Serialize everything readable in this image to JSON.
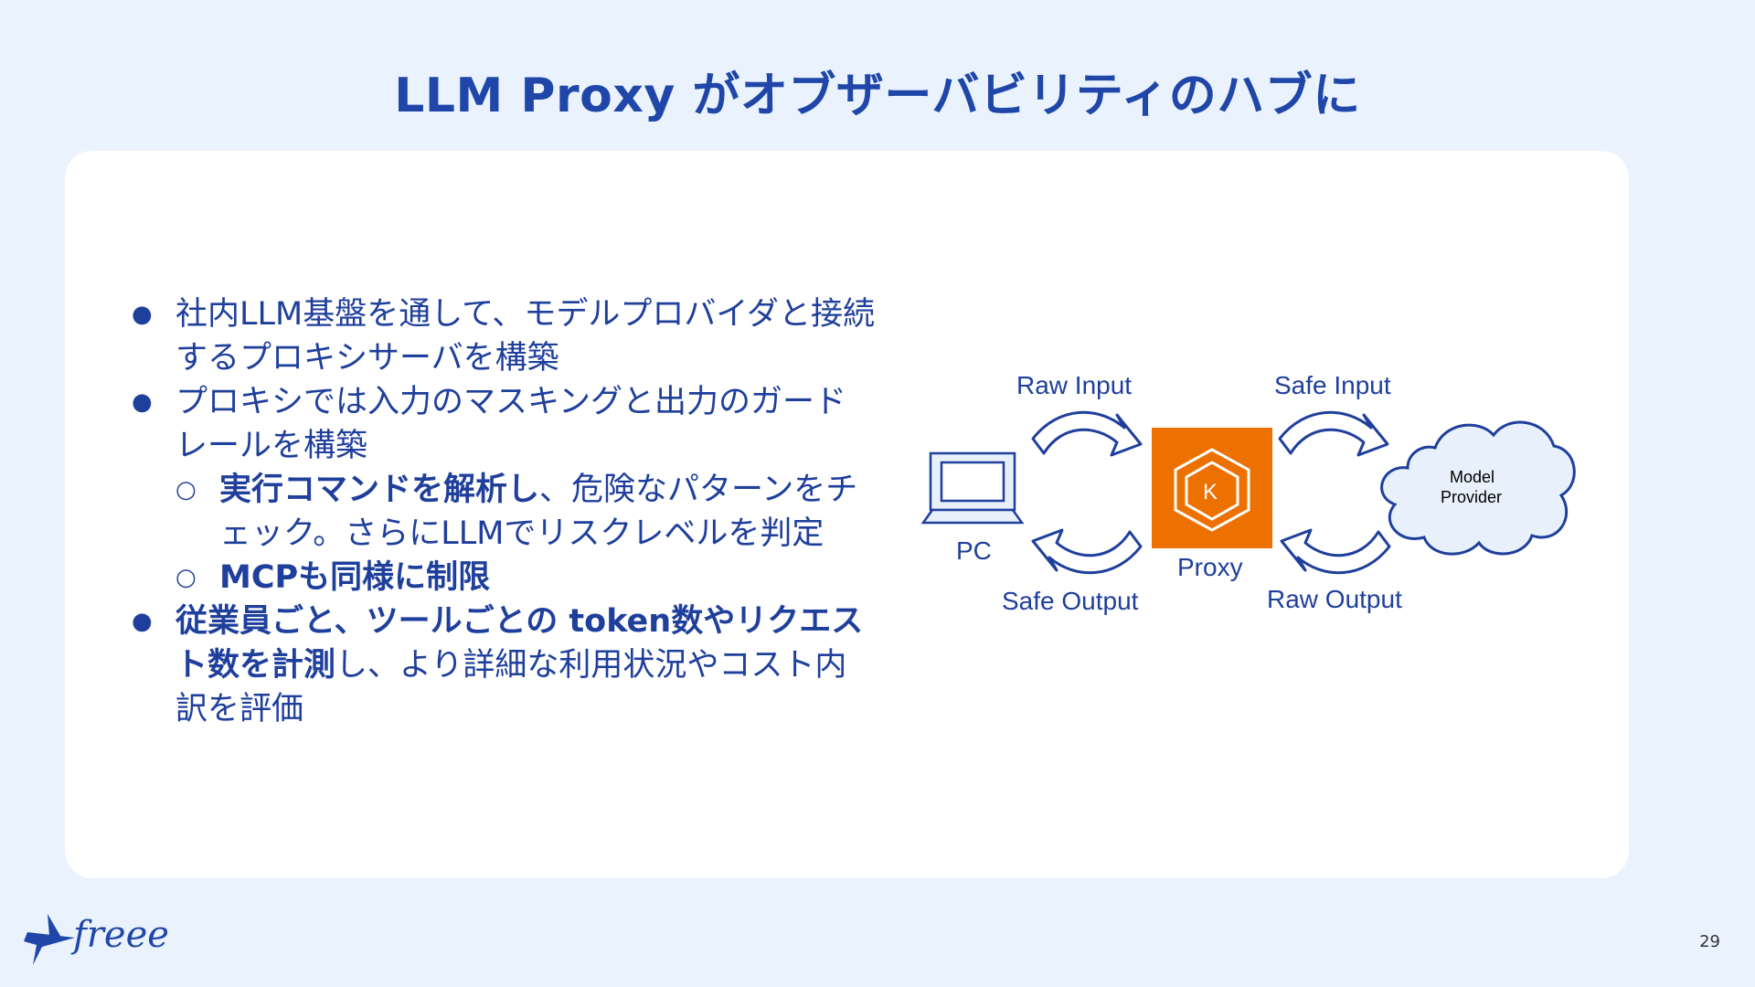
{
  "slide": {
    "title": "LLM Proxy がオブザーバビリティのハブに",
    "page_number": "29",
    "logo_text": "freee"
  },
  "bullets": [
    {
      "marker": "●",
      "level": 1,
      "parts": [
        {
          "text": "社内LLM基盤を通して、モデルプロバイダと接続するプロキシサーバを構築",
          "bold": false
        }
      ]
    },
    {
      "marker": "●",
      "level": 1,
      "parts": [
        {
          "text": "プロキシでは入力のマスキングと出力のガードレールを構築",
          "bold": false
        }
      ]
    },
    {
      "marker": "○",
      "level": 2,
      "parts": [
        {
          "text": "実行コマンドを解析し",
          "bold": true
        },
        {
          "text": "、危険なパターンをチェック。さらにLLMでリスクレベルを判定",
          "bold": false
        }
      ]
    },
    {
      "marker": "○",
      "level": 2,
      "parts": [
        {
          "text": "MCPも同様に制限",
          "bold": true
        }
      ]
    },
    {
      "marker": "●",
      "level": 1,
      "parts": [
        {
          "text": "従業員ごと、ツールごとの token数やリクエスト数を計測",
          "bold": true
        },
        {
          "text": "し、より詳細な利用状況やコスト内訳を評価",
          "bold": false
        }
      ]
    }
  ],
  "diagram": {
    "pc_label": "PC",
    "proxy_label": "Proxy",
    "proxy_icon_letter": "K",
    "cloud_line1": "Model",
    "cloud_line2": "Provider",
    "raw_input": "Raw Input",
    "safe_input": "Safe Input",
    "safe_output": "Safe Output",
    "raw_output": "Raw Output",
    "colors": {
      "stroke": "#1f3f9c",
      "proxy_bg": "#ed7100",
      "icon_fill": "#e8f1fb"
    }
  }
}
